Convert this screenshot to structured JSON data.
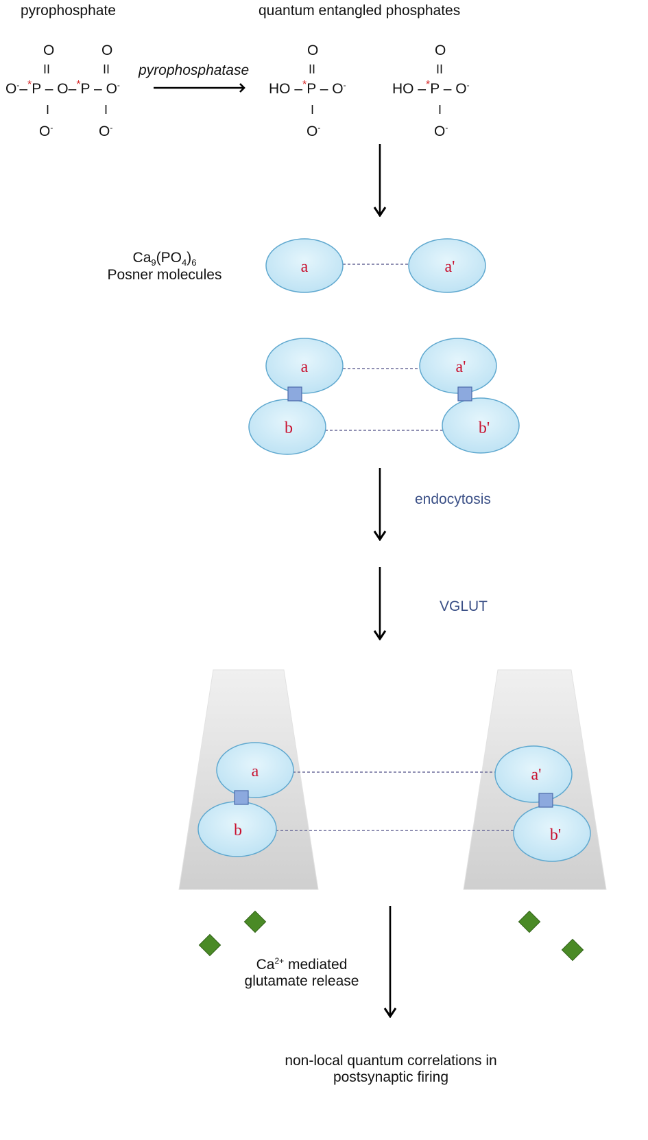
{
  "headers": {
    "left": "pyrophosphate",
    "right": "quantum entangled phosphates"
  },
  "chem": {
    "O": "O",
    "dbl": "II",
    "sgl": "I",
    "P": "P",
    "star": "*",
    "dash": "–",
    "O_minus_base": "O",
    "minus": "-",
    "HO": "HO",
    "enzyme": "pyrophosphatase"
  },
  "posner": {
    "formula_ca": "Ca",
    "formula_ca_sub": "9",
    "formula_po": "(PO",
    "formula_po_sub": "4",
    "formula_close": ")",
    "formula_close_sub": "6",
    "name": "Posner molecules"
  },
  "molecules": {
    "a": "a",
    "a_prime": "a'",
    "b": "b",
    "b_prime": "b'"
  },
  "steps": {
    "endocytosis": "endocytosis",
    "vglut": "VGLUT"
  },
  "release": {
    "line1_ca": "Ca",
    "line1_sup": "2+",
    "line1_rest": " mediated",
    "line2": "glutamate  release"
  },
  "conclusion": {
    "line1": "non-local quantum correlations in",
    "line2": "postsynaptic firing"
  },
  "colors": {
    "ellipse_fill": "#cdeaf6",
    "ellipse_stroke": "#5fa8cf",
    "label_red": "#c8102e",
    "square_fill": "#8ca9de",
    "square_stroke": "#4a68a8",
    "dashed_line": "#6a6a99",
    "step_text_blue": "#3a4f86",
    "diamond_fill": "#4a8a26",
    "vesicle_gray": "#d6d6d6"
  }
}
